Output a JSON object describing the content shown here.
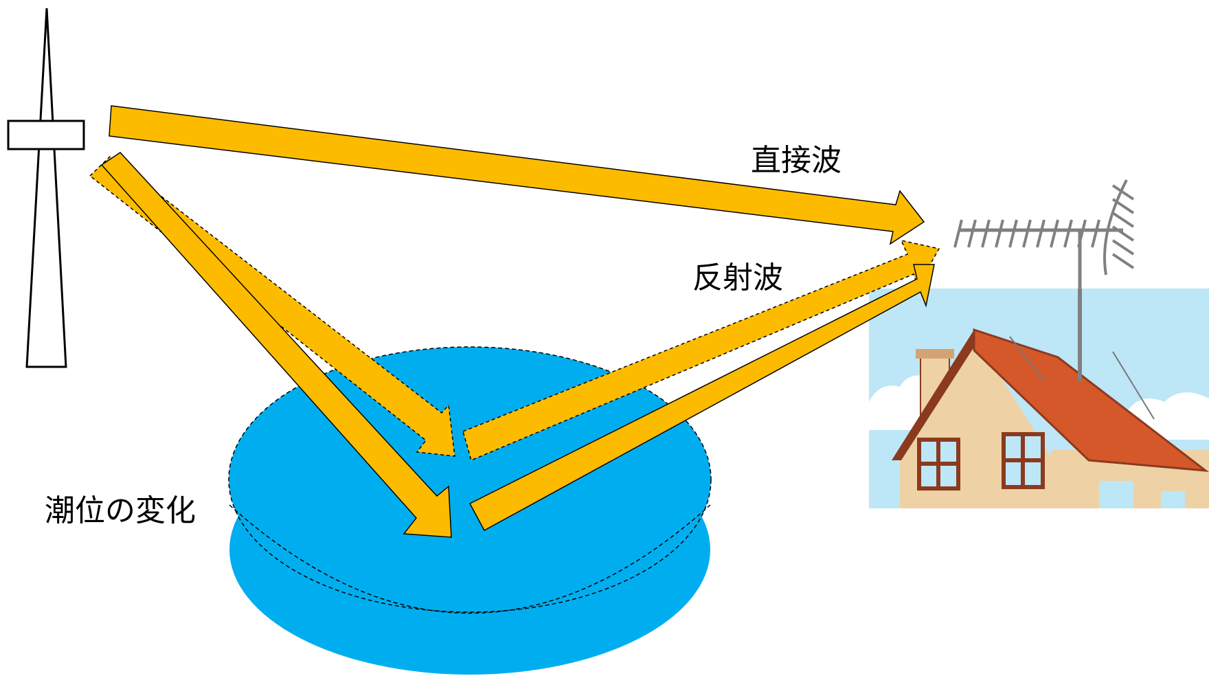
{
  "labels": {
    "direct_wave": "直接波",
    "reflected_wave": "反射波",
    "tide_change": "潮位の変化"
  },
  "colors": {
    "wave_arrow": "#FDBB00",
    "water": "#00AEEF",
    "sky": "#BDE6F7",
    "house_wall": "#EED2A6",
    "roof": "#D4582A",
    "roof_edge": "#8B3A1E",
    "antenna": "#808080",
    "tower_line": "#000000"
  },
  "icons": {
    "tower": "transmission-tower-icon",
    "house": "house-icon",
    "antenna": "tv-antenna-icon"
  }
}
